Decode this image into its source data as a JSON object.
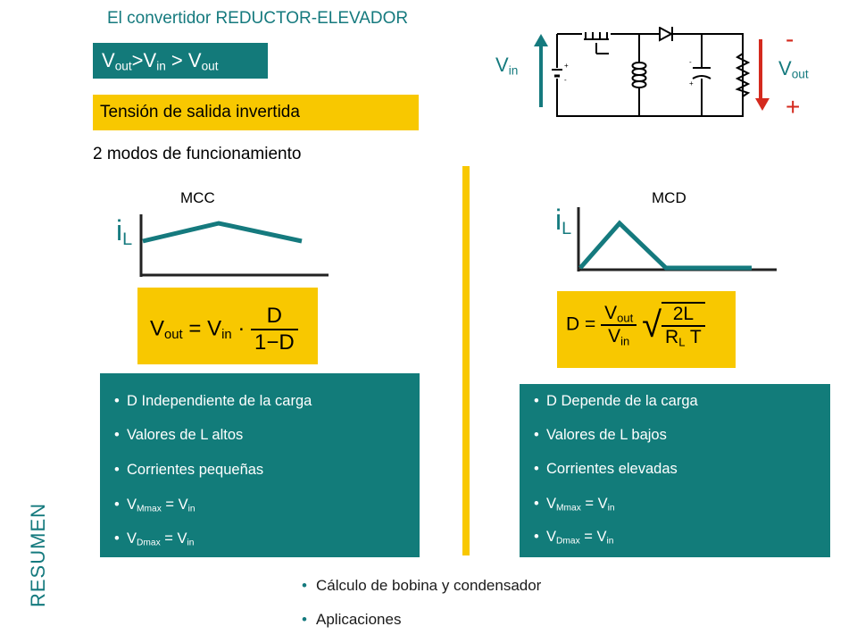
{
  "title": "El convertidor REDUCTOR-ELEVADOR",
  "condition": {
    "v1": "V",
    "s1": "out",
    "op1": ">",
    "v2": "V",
    "s2": "in",
    "op2": " > ",
    "v3": "V",
    "s3": "out"
  },
  "inverted": "Tensión de salida invertida",
  "modes": "2 modos de funcionamiento",
  "circuit": {
    "vin_v": "V",
    "vin_s": "in",
    "vout_minus": "-",
    "vout_v": "V",
    "vout_s": "out",
    "vout_plus": "+",
    "accent_color": "#157a7e",
    "arrow_color": "#d42a1e"
  },
  "mcc": {
    "label": "MCC",
    "il_i": "i",
    "il_s": "L",
    "formula": {
      "lhs_v": "V",
      "lhs_s": "out",
      "eq": "=",
      "rhs_v": "V",
      "rhs_s": "in",
      "dot": "·",
      "num": "D",
      "den": "1−D"
    },
    "bullets": [
      {
        "t": "D Independiente de la carga"
      },
      {
        "t": "Valores de L altos"
      },
      {
        "t": "Corrientes pequeñas"
      },
      {
        "a": "V",
        "b": "Mmax",
        "c": " = V",
        "d": "in"
      },
      {
        "a": "V",
        "b": "Dmax",
        "c": " = V",
        "d": "in"
      }
    ]
  },
  "mcd": {
    "label": "MCD",
    "il_i": "i",
    "il_s": "L",
    "formula": {
      "lhs": "D",
      "eq": "=",
      "num_v": "V",
      "num_s": "out",
      "den_v": "V",
      "den_s": "in",
      "rnum": "2L",
      "rden_v": "R",
      "rden_s": "L",
      "rden_t": " T"
    },
    "bullets": [
      {
        "t": "D Depende de la carga"
      },
      {
        "t": "Valores de L bajos"
      },
      {
        "t": "Corrientes elevadas"
      },
      {
        "a": "V",
        "b": "Mmax",
        "c": " = V",
        "d": "in"
      },
      {
        "a": "V",
        "b": "Dmax",
        "c": " = V",
        "d": "in"
      }
    ]
  },
  "bottom": [
    "Cálculo de bobina y condensador",
    "Aplicaciones"
  ],
  "side_label": "RESUMEN",
  "colors": {
    "teal": "#127c7a",
    "yellow": "#f8c800",
    "red": "#d42a1e"
  }
}
